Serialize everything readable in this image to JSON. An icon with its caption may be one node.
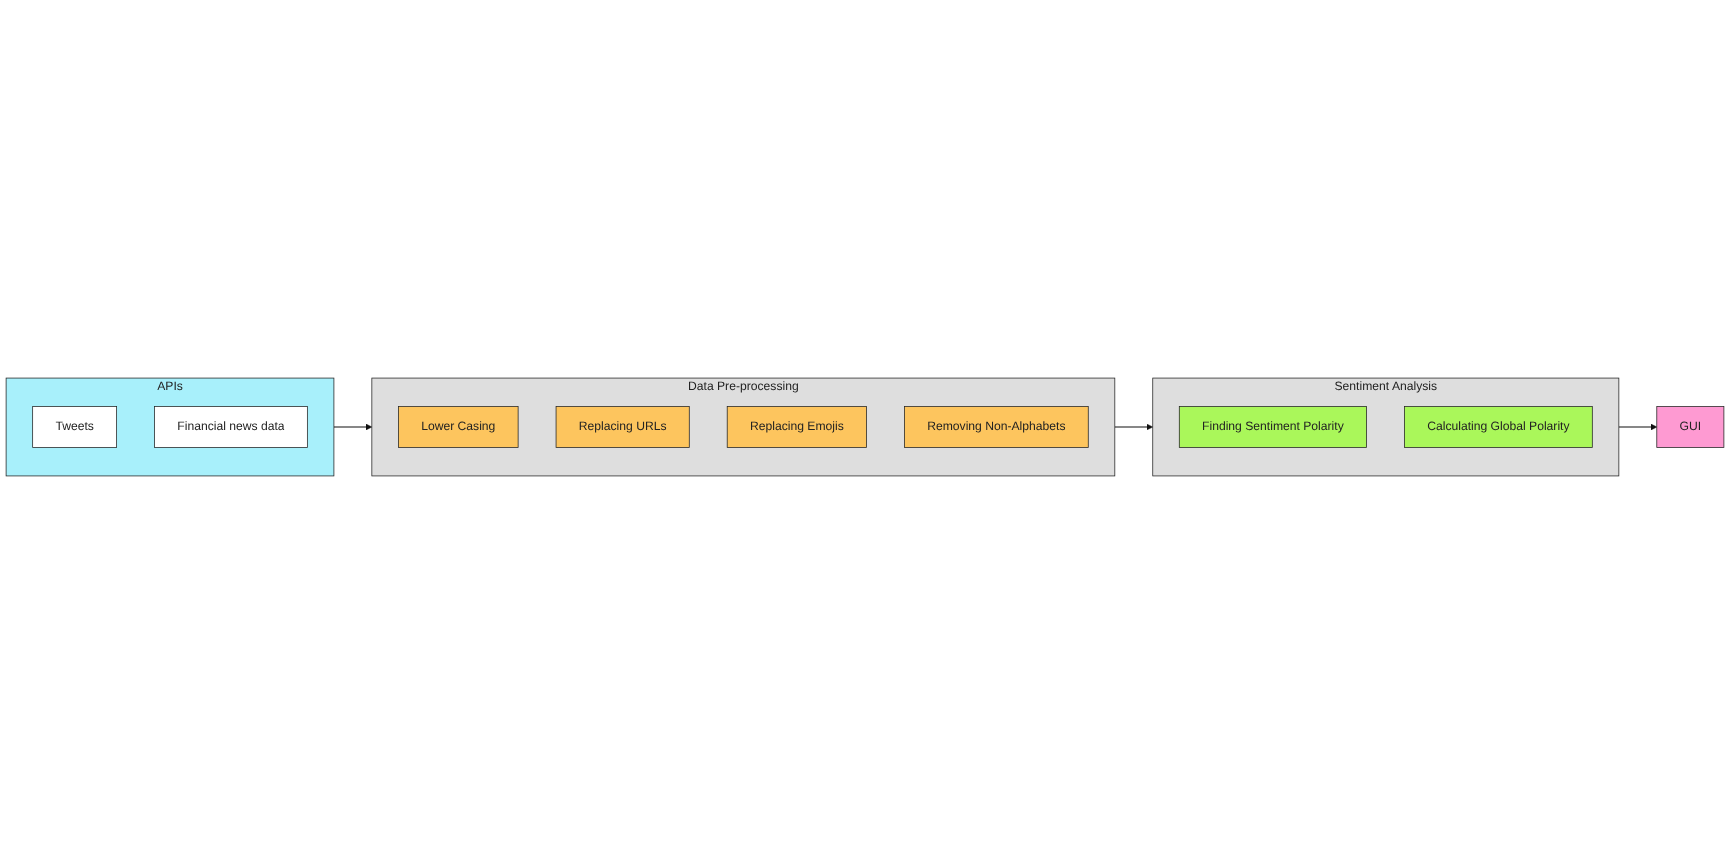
{
  "diagram": {
    "nodes": [
      {
        "text": [
          "APIs"
        ]
      },
      {
        "text": [
          "Tweets"
        ],
        "in": 0
      },
      {
        "text": [
          "Financial news data"
        ],
        "in": 0
      },
      {
        "text": [
          "Data Pre-processing"
        ]
      },
      {
        "text": [
          "Lower Casing"
        ],
        "in": 3
      },
      {
        "text": [
          "Replacing URLs"
        ],
        "in": 3
      },
      {
        "text": [
          "Replacing Emojis"
        ],
        "in": 3
      },
      {
        "text": [
          "Removing Non-Alphabets"
        ],
        "in": 3
      },
      {
        "text": [
          "Sentiment Analysis"
        ]
      },
      {
        "text": [
          "Finding Sentiment Polarity"
        ],
        "in": 8
      },
      {
        "text": [
          "Calculating Global Polarity"
        ],
        "in": 8
      },
      {
        "text": [
          "GUI"
        ]
      }
    ],
    "edges": [
      {
        "from": 0,
        "to": 3,
        "arrow": "to"
      },
      {
        "from": 3,
        "to": 8,
        "arrow": "to"
      },
      {
        "from": 8,
        "to": 11,
        "arrow": "to"
      }
    ]
  }
}
